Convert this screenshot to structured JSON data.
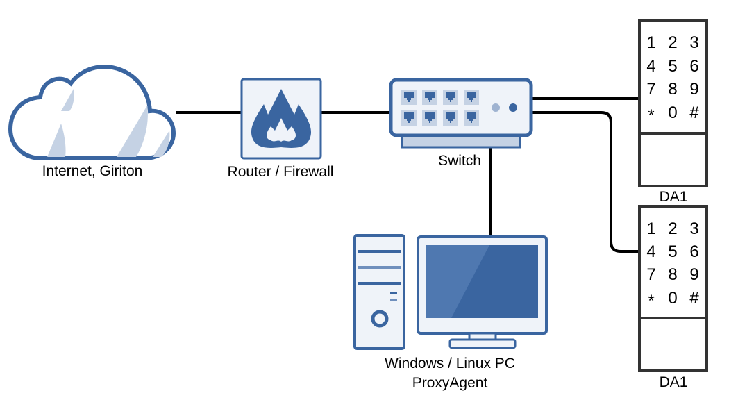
{
  "colors": {
    "accent": "#3a65a0",
    "fill_light": "#eff3f9",
    "fill_mid": "#c5d2e4",
    "keypad_stroke": "#333333",
    "link": "#000000"
  },
  "nodes": {
    "internet": {
      "label": "Internet, Giriton",
      "icon": "cloud-icon"
    },
    "router": {
      "label": "Router / Firewall",
      "icon": "firewall-icon"
    },
    "switch": {
      "label": "Switch",
      "icon": "switch-icon"
    },
    "pc": {
      "label_line1": "Windows / Linux PC",
      "label_line2": "ProxyAgent",
      "icon": "desktop-pc-icon"
    },
    "keypads": [
      {
        "label": "DA1",
        "keys": [
          "1",
          "2",
          "3",
          "4",
          "5",
          "6",
          "7",
          "8",
          "9",
          "*",
          "0",
          "#"
        ]
      },
      {
        "label": "DA1",
        "keys": [
          "1",
          "2",
          "3",
          "4",
          "5",
          "6",
          "7",
          "8",
          "9",
          "*",
          "0",
          "#"
        ]
      }
    ]
  },
  "links": [
    {
      "from": "internet",
      "to": "router"
    },
    {
      "from": "router",
      "to": "switch"
    },
    {
      "from": "switch",
      "to": "pc"
    },
    {
      "from": "switch",
      "to": "keypad-1"
    },
    {
      "from": "switch",
      "to": "keypad-2"
    }
  ]
}
